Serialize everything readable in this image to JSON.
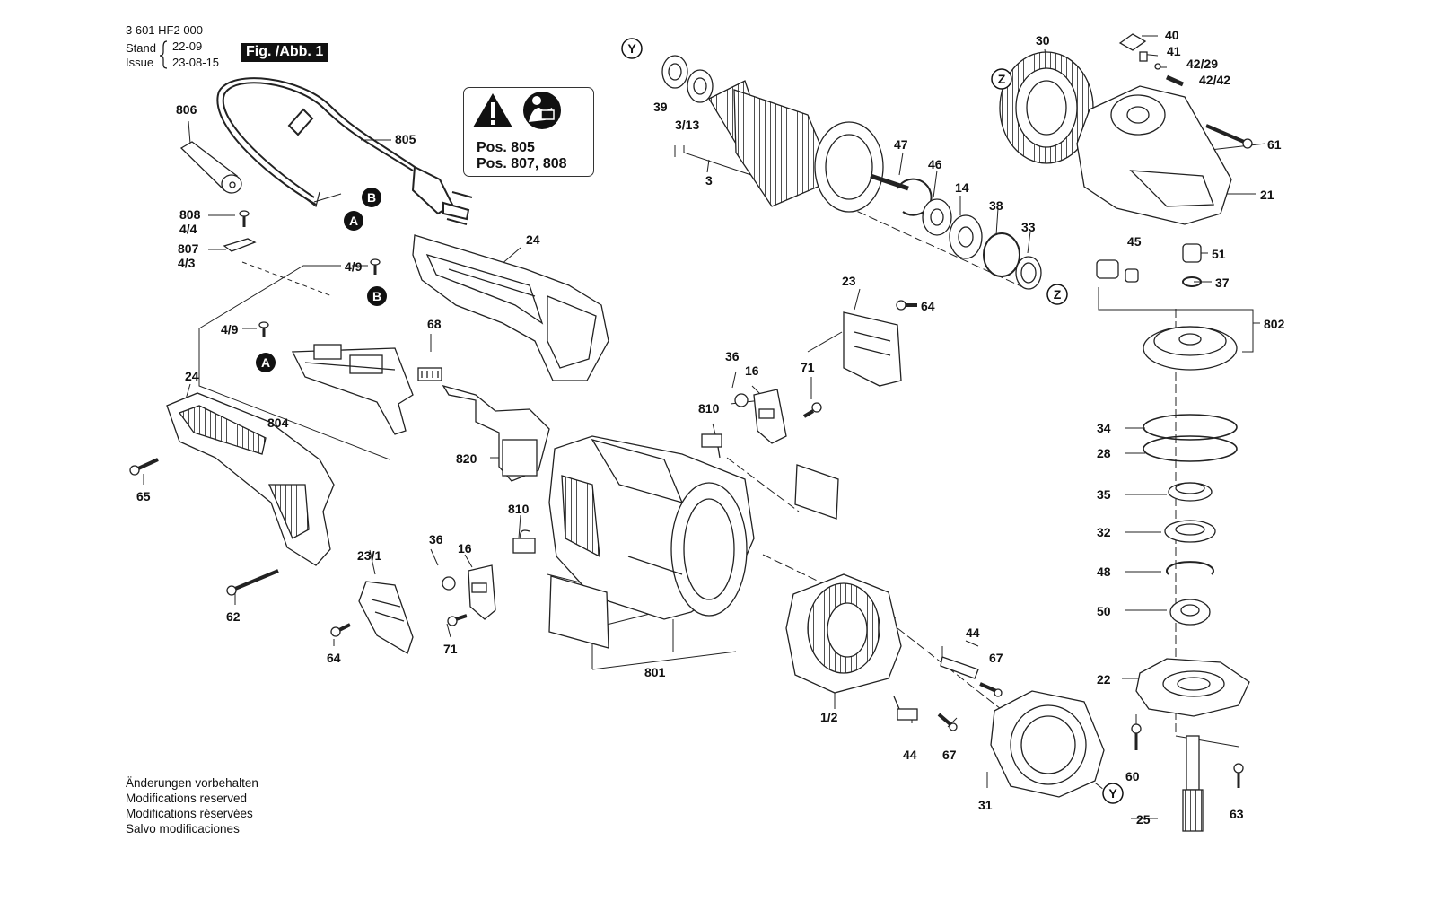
{
  "header": {
    "part_number": "3 601 HF2 000",
    "stand_label": "Stand",
    "stand_value": "22-09",
    "issue_label": "Issue",
    "issue_value": "23-08-15",
    "figure": "Fig. /Abb. 1"
  },
  "warning": {
    "line1": "Pos. 805",
    "line2": "Pos. 807, 808",
    "icons": [
      "warning-triangle-icon",
      "read-manual-icon"
    ]
  },
  "notes": [
    "Änderungen vorbehalten",
    "Modifications reserved",
    "Modifications réservées",
    "Salvo modificaciones"
  ],
  "labels": {
    "p806": "806",
    "p805": "805",
    "p808": "808",
    "p808b": "4/4",
    "p807": "807",
    "p807b": "4/3",
    "p49a": "4/9",
    "p49b": "4/9",
    "p804": "804",
    "p24a": "24",
    "p24b": "24",
    "p65": "65",
    "p62": "62",
    "p231": "23/1",
    "p64a": "64",
    "p68": "68",
    "p820": "820",
    "p36a": "36",
    "p16a": "16",
    "p810a": "810",
    "p71a": "71",
    "p36b": "36",
    "p16b": "16",
    "p810b": "810",
    "p71b": "71",
    "p801": "801",
    "p23": "23",
    "p64b": "64",
    "p39": "39",
    "p313": "3/13",
    "p3": "3",
    "p47": "47",
    "p46": "46",
    "p14": "14",
    "p38": "38",
    "p33": "33",
    "p30": "30",
    "p40": "40",
    "p41": "41",
    "p4229": "42/29",
    "p4242": "42/42",
    "p61": "61",
    "p21": "21",
    "p45": "45",
    "p51": "51",
    "p37": "37",
    "p802": "802",
    "p34": "34",
    "p28": "28",
    "p35": "35",
    "p32": "32",
    "p48": "48",
    "p50": "50",
    "p22": "22",
    "p60": "60",
    "p25": "25",
    "p63": "63",
    "p12": "1/2",
    "p44a": "44",
    "p67a": "67",
    "p44b": "44",
    "p67b": "67",
    "p31": "31"
  },
  "markers": {
    "a1": "A",
    "a2": "A",
    "b1": "B",
    "b2": "B",
    "y1": "Y",
    "y2": "Y",
    "z1": "Z",
    "z2": "Z",
    "z3": "Z"
  }
}
